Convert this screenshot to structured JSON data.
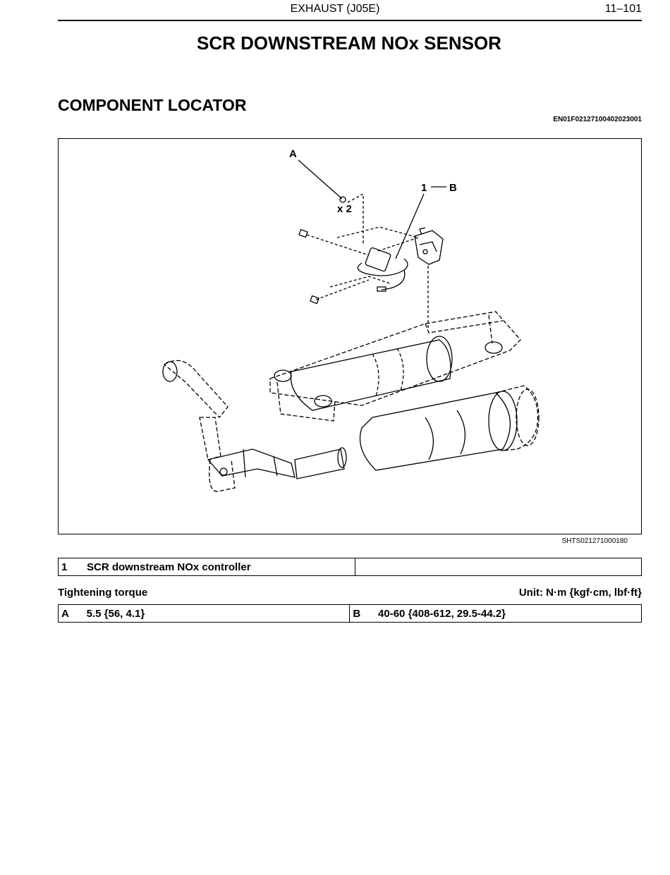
{
  "header": {
    "section": "EXHAUST (J05E)",
    "page": "11–101"
  },
  "title": "SCR DOWNSTREAM NOx SENSOR",
  "section": "COMPONENT LOCATOR",
  "doc_id": "EN01F02127100402023001",
  "figure": {
    "id": "SHTS021271000180",
    "callouts": {
      "a": "A",
      "qty": "x 2",
      "one": "1",
      "b": "B"
    }
  },
  "parts_table": {
    "rows": [
      {
        "num": "1",
        "name": "SCR downstream NOx controller"
      }
    ]
  },
  "torque": {
    "label": "Tightening torque",
    "unit": "Unit: N·m {kgf·cm, lbf·ft}",
    "rows": [
      {
        "key": "A",
        "value": "5.5 {56, 4.1}"
      },
      {
        "key": "B",
        "value": "40-60 {408-612, 29.5-44.2}"
      }
    ]
  }
}
